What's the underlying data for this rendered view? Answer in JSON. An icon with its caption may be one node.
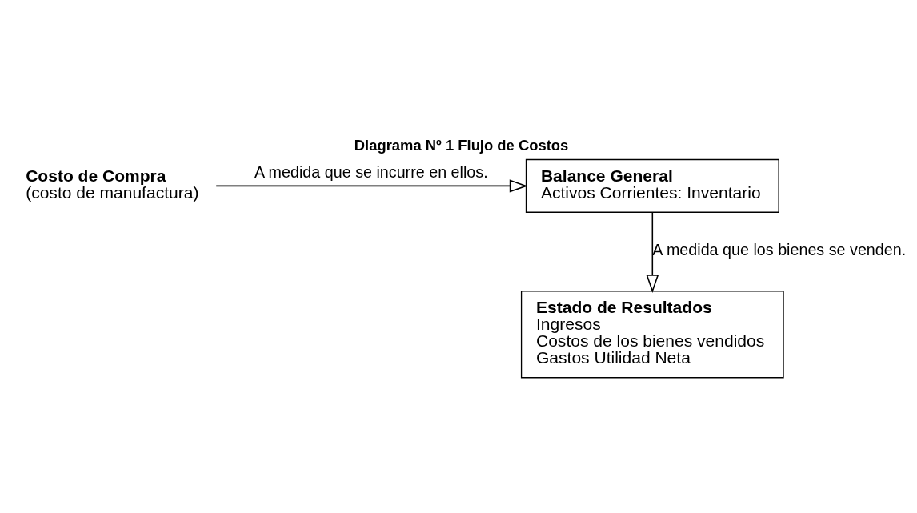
{
  "diagram": {
    "title": "Diagrama Nº 1 Flujo de Costos",
    "nodes": [
      {
        "text": [
          "Costo de Compra",
          "(costo de manufactura)"
        ]
      },
      {
        "text": [
          "Balance General",
          "Activos Corrientes: Inventario"
        ]
      },
      {
        "text": [
          "Estado de Resultados",
          "Ingresos",
          "Costos de los bienes vendidos",
          "Gastos Utilidad Neta"
        ]
      }
    ],
    "edges": [
      {
        "from": 0,
        "to": 1,
        "arrow": "to",
        "label": "A medida que se incurre en ellos."
      },
      {
        "from": 1,
        "to": 2,
        "arrow": "to",
        "label": "A medida que los bienes se venden."
      }
    ]
  }
}
